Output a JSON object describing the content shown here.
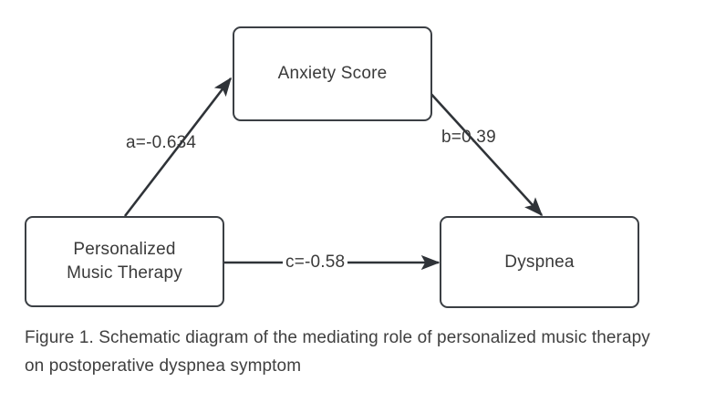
{
  "figure": {
    "caption": "Figure 1. Schematic diagram of the mediating role of personalized music therapy on postoperative dyspnea symptom"
  },
  "nodes": [
    {
      "id": "anxiety",
      "label": "Anxiety Score"
    },
    {
      "id": "therapy",
      "label": "Personalized\nMusic Therapy"
    },
    {
      "id": "dyspnea",
      "label": "Dyspnea"
    }
  ],
  "edges": [
    {
      "id": "a",
      "label": "a=-0.634",
      "from": "therapy",
      "to": "anxiety"
    },
    {
      "id": "b",
      "label": "b=0.39",
      "from": "anxiety",
      "to": "dyspnea"
    },
    {
      "id": "c",
      "label": "c=-0.58",
      "from": "therapy",
      "to": "dyspnea"
    }
  ],
  "colors": {
    "background": "#ffffff",
    "box_border": "#3b3f44",
    "text": "#3a3a3a",
    "arrow": "#2f3338"
  },
  "chart_data": {
    "type": "diagram",
    "title": "Mediation model",
    "nodes": [
      "Personalized Music Therapy",
      "Anxiety Score",
      "Dyspnea"
    ],
    "paths": [
      {
        "name": "a",
        "from": "Personalized Music Therapy",
        "to": "Anxiety Score",
        "coefficient": -0.634
      },
      {
        "name": "b",
        "from": "Anxiety Score",
        "to": "Dyspnea",
        "coefficient": 0.39
      },
      {
        "name": "c",
        "from": "Personalized Music Therapy",
        "to": "Dyspnea",
        "coefficient": -0.58
      }
    ]
  }
}
